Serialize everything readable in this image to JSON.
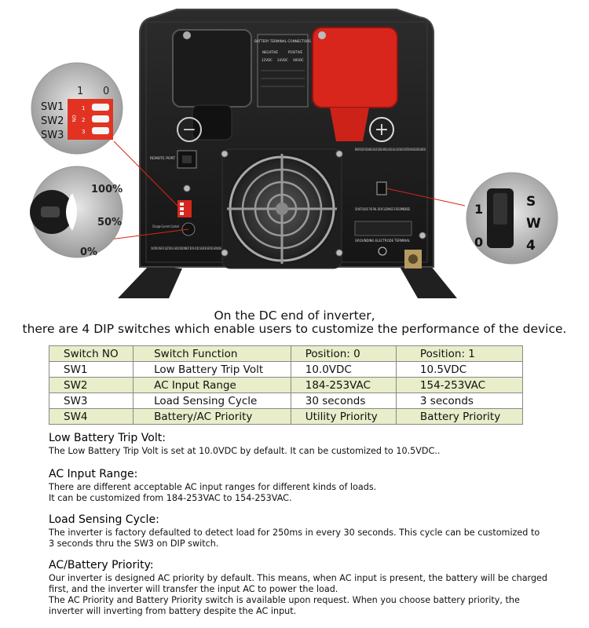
{
  "photo": {
    "battery_label": {
      "title": "BATTERY TERMINAL CONNECTORS",
      "negative": "NEGATIVE",
      "positive": "POSITIVE",
      "volts": [
        "12VDC",
        "24VDC",
        "48VDC"
      ]
    },
    "remote_port": "REMOTE PORT",
    "sw_labels": [
      "SW1",
      "SW2",
      "SW3"
    ],
    "dip_on": "ON",
    "dip_digits": [
      "1",
      "2",
      "3"
    ],
    "dip_pos": [
      "1",
      "0"
    ],
    "knob_levels": [
      "100%",
      "50%",
      "0%"
    ],
    "charge_label": "Charge Current Control",
    "caution": "CAUTION: RISK OF ELECTRICAL SHOCK DISCONNECT BOTH AC/DC SOURCES BEFORE SERVICING",
    "warranty_text": "WARRANTY DOES NOT COVER DAMAGES CAUSED BY CHOOSING A WRONG DC VOLTAGE VALUE. CHECK CAREFULLY THE BATTERY BANK VOLTAGE BEFORE CONNECTION",
    "fan_text": "DO NOT BLOCK THE FAN. 20CM CLEARANCE IS RECOMMENDED",
    "ground_text": "GROUNDING ELECTRODE TERMINAL",
    "sw4_letters": [
      "S",
      "W",
      "4"
    ],
    "sw4_pos": [
      "1",
      "0"
    ],
    "minus": "−",
    "plus": "+"
  },
  "caption": {
    "line1": "On the DC end of inverter,",
    "line2": "there are 4 DIP switches which enable users to customize the performance of the device."
  },
  "table": {
    "headers": [
      "Switch NO",
      "Switch Function",
      "Position: 0",
      "Position: 1"
    ],
    "rows": [
      [
        "SW1",
        "Low Battery Trip Volt",
        "10.0VDC",
        "10.5VDC"
      ],
      [
        "SW2",
        "AC Input Range",
        "184-253VAC",
        "154-253VAC"
      ],
      [
        "SW3",
        "Load Sensing Cycle",
        "30 seconds",
        "3 seconds"
      ],
      [
        "SW4",
        "Battery/AC Priority",
        "Utility Priority",
        "Battery Priority"
      ]
    ]
  },
  "sections": [
    {
      "title": "Low Battery Trip Volt:",
      "lines": [
        "The Low Battery Trip Volt is set at 10.0VDC by default. It can be customized to 10.5VDC.."
      ]
    },
    {
      "title": "AC Input Range:",
      "lines": [
        "There are different acceptable AC input ranges for different kinds of loads.",
        "It can be customized from 184-253VAC to 154-253VAC."
      ]
    },
    {
      "title": "Load Sensing Cycle:",
      "lines": [
        "The inverter is factory defaulted to detect load for 250ms in every 30 seconds. This cycle can be customized to",
        "3 seconds thru the SW3 on DIP switch."
      ]
    },
    {
      "title": "AC/Battery Priority:",
      "lines": [
        "Our inverter is designed AC priority by default. This means, when AC input is present, the battery will be charged",
        "first, and the inverter will transfer the input AC to power the load.",
        "The AC Priority and Battery Priority switch is available upon request. When you choose battery priority, the",
        "inverter will inverting from battery despite the AC input."
      ]
    }
  ]
}
